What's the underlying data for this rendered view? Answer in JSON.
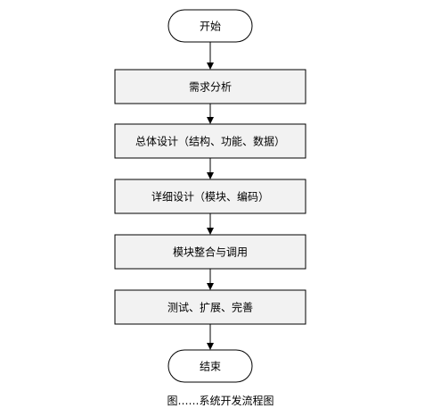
{
  "flowchart": {
    "nodes": [
      {
        "id": "start",
        "shape": "terminal",
        "label": "开始"
      },
      {
        "id": "requirements",
        "shape": "process",
        "label": "需求分析"
      },
      {
        "id": "overall-design",
        "shape": "process",
        "label": "总体设计（结构、功能、数据）"
      },
      {
        "id": "detailed-design",
        "shape": "process",
        "label": "详细设计（模块、编码）"
      },
      {
        "id": "integration",
        "shape": "process",
        "label": "模块整合与调用"
      },
      {
        "id": "testing",
        "shape": "process",
        "label": "测试、扩展、完善"
      },
      {
        "id": "end",
        "shape": "terminal",
        "label": "结束"
      }
    ],
    "edges": [
      {
        "from": "start",
        "to": "requirements"
      },
      {
        "from": "requirements",
        "to": "overall-design"
      },
      {
        "from": "overall-design",
        "to": "detailed-design"
      },
      {
        "from": "detailed-design",
        "to": "integration"
      },
      {
        "from": "integration",
        "to": "testing"
      },
      {
        "from": "testing",
        "to": "end"
      }
    ],
    "colors": {
      "terminal_fill": "#ffffff",
      "process_fill": "#f2f2f2",
      "stroke": "#000000",
      "text": "#000000"
    }
  },
  "caption": "图……系统开发流程图"
}
